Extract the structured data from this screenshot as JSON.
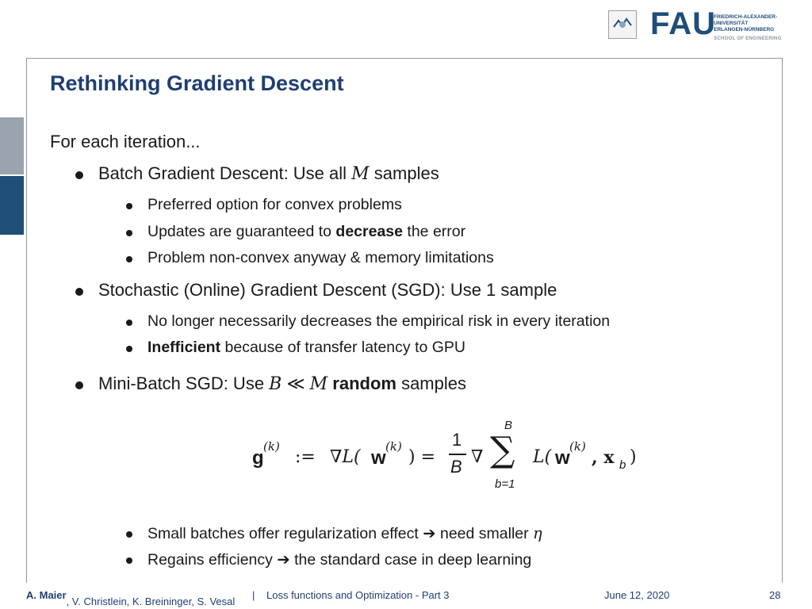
{
  "header": {
    "logo_text": "FAU",
    "university_lines": "FRIEDRICH-ALEXANDER-\nUNIVERSITÄT\nERLANGEN-NÜRNBERG",
    "school": "SCHOOL OF ENGINEERING"
  },
  "slide": {
    "title": "Rethinking Gradient Descent",
    "intro": "For each iteration...",
    "batch": {
      "text_a": "Batch Gradient Descent: Use all ",
      "var_m": "M",
      "text_b": " samples",
      "items": [
        "Preferred option for convex problems",
        "Problem non-convex anyway & memory limitations"
      ],
      "updates_a": "Updates are guaranteed to ",
      "updates_bold": "decrease",
      "updates_b": " the error"
    },
    "sgd": {
      "text": "Stochastic (Online) Gradient Descent (SGD): Use 1 sample",
      "item1": "No longer necessarily decreases the empirical risk in every iteration",
      "item2_bold": "Inefficient",
      "item2_rest": " because of transfer latency to GPU"
    },
    "minibatch": {
      "text_a": "Mini-Batch SGD: Use ",
      "var_b": "B",
      "ll": " ≪ ",
      "var_m": "M",
      "bold": "random",
      "text_b": " samples"
    },
    "formula": {
      "g": "g",
      "k_sup": "(k)",
      "assign": ":=",
      "nabla_l": "∇L(",
      "w": "w",
      "close_eq": ") =",
      "num": "1",
      "den": "B",
      "nabla": "∇",
      "sum": "∑",
      "sum_top": "B",
      "sum_bottom": "b=1",
      "l_open": "L(",
      "comma_x": ", x",
      "b_sub": "b",
      "close": ")"
    },
    "after": {
      "item1": "Small batches offer regularization effect ➔ need smaller ",
      "eta": "η",
      "item2": "Regains efficiency ➔ the standard case in deep learning"
    }
  },
  "footer": {
    "author_bold": "A. Maier",
    "authors_rest": ", V. Christlein, K. Breininger, S. Vesal",
    "separator": "|",
    "lecture": "Loss functions and Optimization - Part 3",
    "date": "June 12, 2020",
    "page": "28"
  }
}
